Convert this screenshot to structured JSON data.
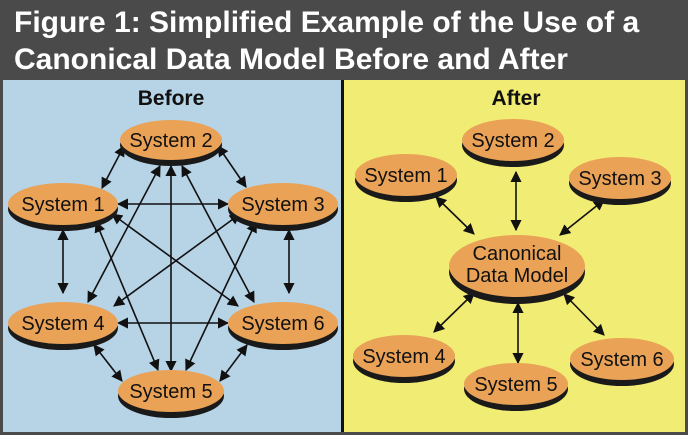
{
  "figure": {
    "title_line1": "Figure 1: Simplified Example of the Use of a",
    "title_line2": "Canonical Data Model Before and After"
  },
  "before": {
    "title": "Before",
    "nodes": {
      "s1": "System 1",
      "s2": "System 2",
      "s3": "System 3",
      "s4": "System 4",
      "s5": "System 5",
      "s6": "System 6"
    }
  },
  "after": {
    "title": "After",
    "hub_line1": "Canonical",
    "hub_line2": "Data Model",
    "nodes": {
      "s1": "System 1",
      "s2": "System 2",
      "s3": "System 3",
      "s4": "System 4",
      "s5": "System 5",
      "s6": "System 6"
    }
  },
  "colors": {
    "header_bg": "#4a4a4a",
    "before_bg": "#b7d3e6",
    "after_bg": "#f1ec74",
    "node_fill": "#e9a256",
    "node_shadow": "#1a1a1a",
    "divider": "#111111"
  }
}
